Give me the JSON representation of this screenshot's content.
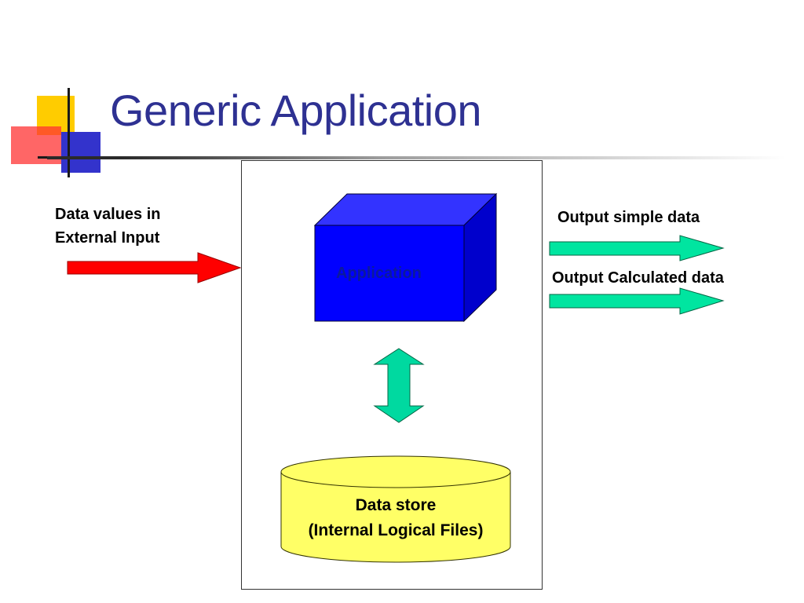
{
  "slide": {
    "title": "Generic Application"
  },
  "diagram": {
    "input_label": {
      "line1": "Data values in",
      "line2": "External Input"
    },
    "application_label": "Application",
    "data_store_label": {
      "line1": "Data store",
      "line2": "(Internal Logical Files)"
    },
    "outputs": [
      "Output simple data",
      "Output Calculated data"
    ],
    "colors": {
      "title": "#2e3192",
      "input_arrow": "#ff0000",
      "application_front": "#0000ff",
      "application_top": "#3333ff",
      "application_side": "#0000cc",
      "double_arrow": "#00d9a0",
      "output_arrows": "#00e5a0",
      "data_store": "#ffff66"
    }
  }
}
